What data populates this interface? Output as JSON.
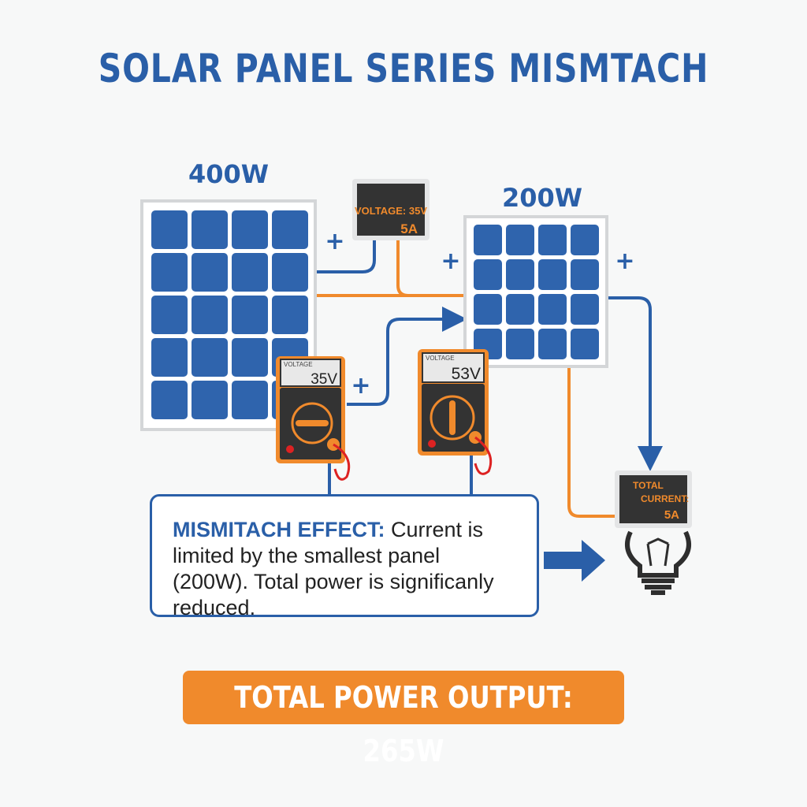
{
  "title": "SOLAR PANEL SERIES MISMTACH",
  "panel_large": {
    "label": "400W"
  },
  "panel_small": {
    "label": "200W"
  },
  "voltage_display": {
    "line1": "VOLTAGE: 35V",
    "line2": "5A"
  },
  "multimeter_1": {
    "label": "VOLTAGE",
    "reading": "35V"
  },
  "multimeter_2": {
    "label": "VOLTAGE",
    "reading": "53V"
  },
  "current_display": {
    "line1": "TOTAL",
    "line2": "CURRENT:",
    "line3": "5A"
  },
  "terminal_symbol": "+",
  "effect_box": {
    "heading": "MISMITACH EFFECT:",
    "text": "Current is limited by the smallest panel (200W). Total power is significanly reduced."
  },
  "banner": "TOTAL POWER OUTPUT: 265W",
  "colors": {
    "blue": "#2a5fa8",
    "orange": "#f08a2c",
    "cell": "#2f64ad",
    "dark": "#2e2e2e"
  }
}
